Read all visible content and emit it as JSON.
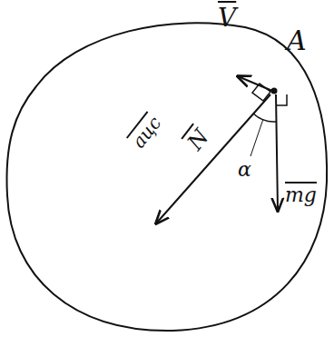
{
  "diagram": {
    "labels": [
      "V",
      "A",
      "aцс",
      "N",
      "α",
      "mg"
    ]
  }
}
